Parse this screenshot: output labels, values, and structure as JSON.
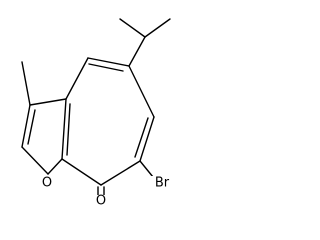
{
  "atoms": {
    "oxygen_ring": "O",
    "oxygen_carbonyl": "O",
    "bromine": "Br"
  },
  "colors": {
    "bond": "#000000",
    "background": "#ffffff"
  }
}
